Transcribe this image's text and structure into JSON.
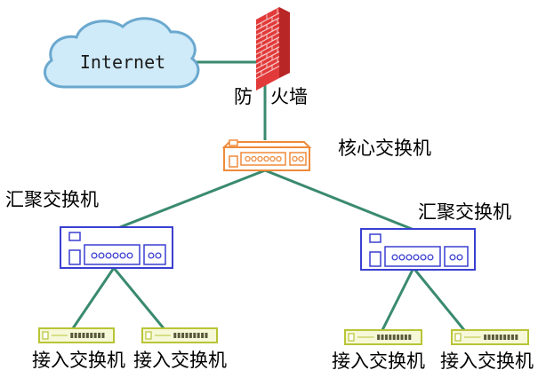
{
  "nodes": {
    "internet": {
      "label": "Internet"
    },
    "firewall": {
      "label_part1": "防",
      "label_part2": "火墙"
    },
    "core_switch": {
      "label": "核心交换机"
    },
    "aggregation_switches": [
      {
        "label": "汇聚交换机"
      },
      {
        "label": "汇聚交换机"
      }
    ],
    "access_switches": [
      {
        "label": "接入交换机"
      },
      {
        "label": "接入交换机"
      },
      {
        "label": "接入交换机"
      },
      {
        "label": "接入交换机"
      }
    ]
  },
  "colors": {
    "link": "#3a8a6e",
    "cloud_fill": "#cfeaf8",
    "cloud_stroke": "#6aa8cf",
    "firewall_fill": "#e23a3a",
    "firewall_mortar": "#f6c9c9",
    "core_stroke": "#ef8a3a",
    "aggregation_stroke": "#3a3fd1",
    "access_stroke": "#b8c436",
    "access_fill": "#f6f8d8"
  }
}
